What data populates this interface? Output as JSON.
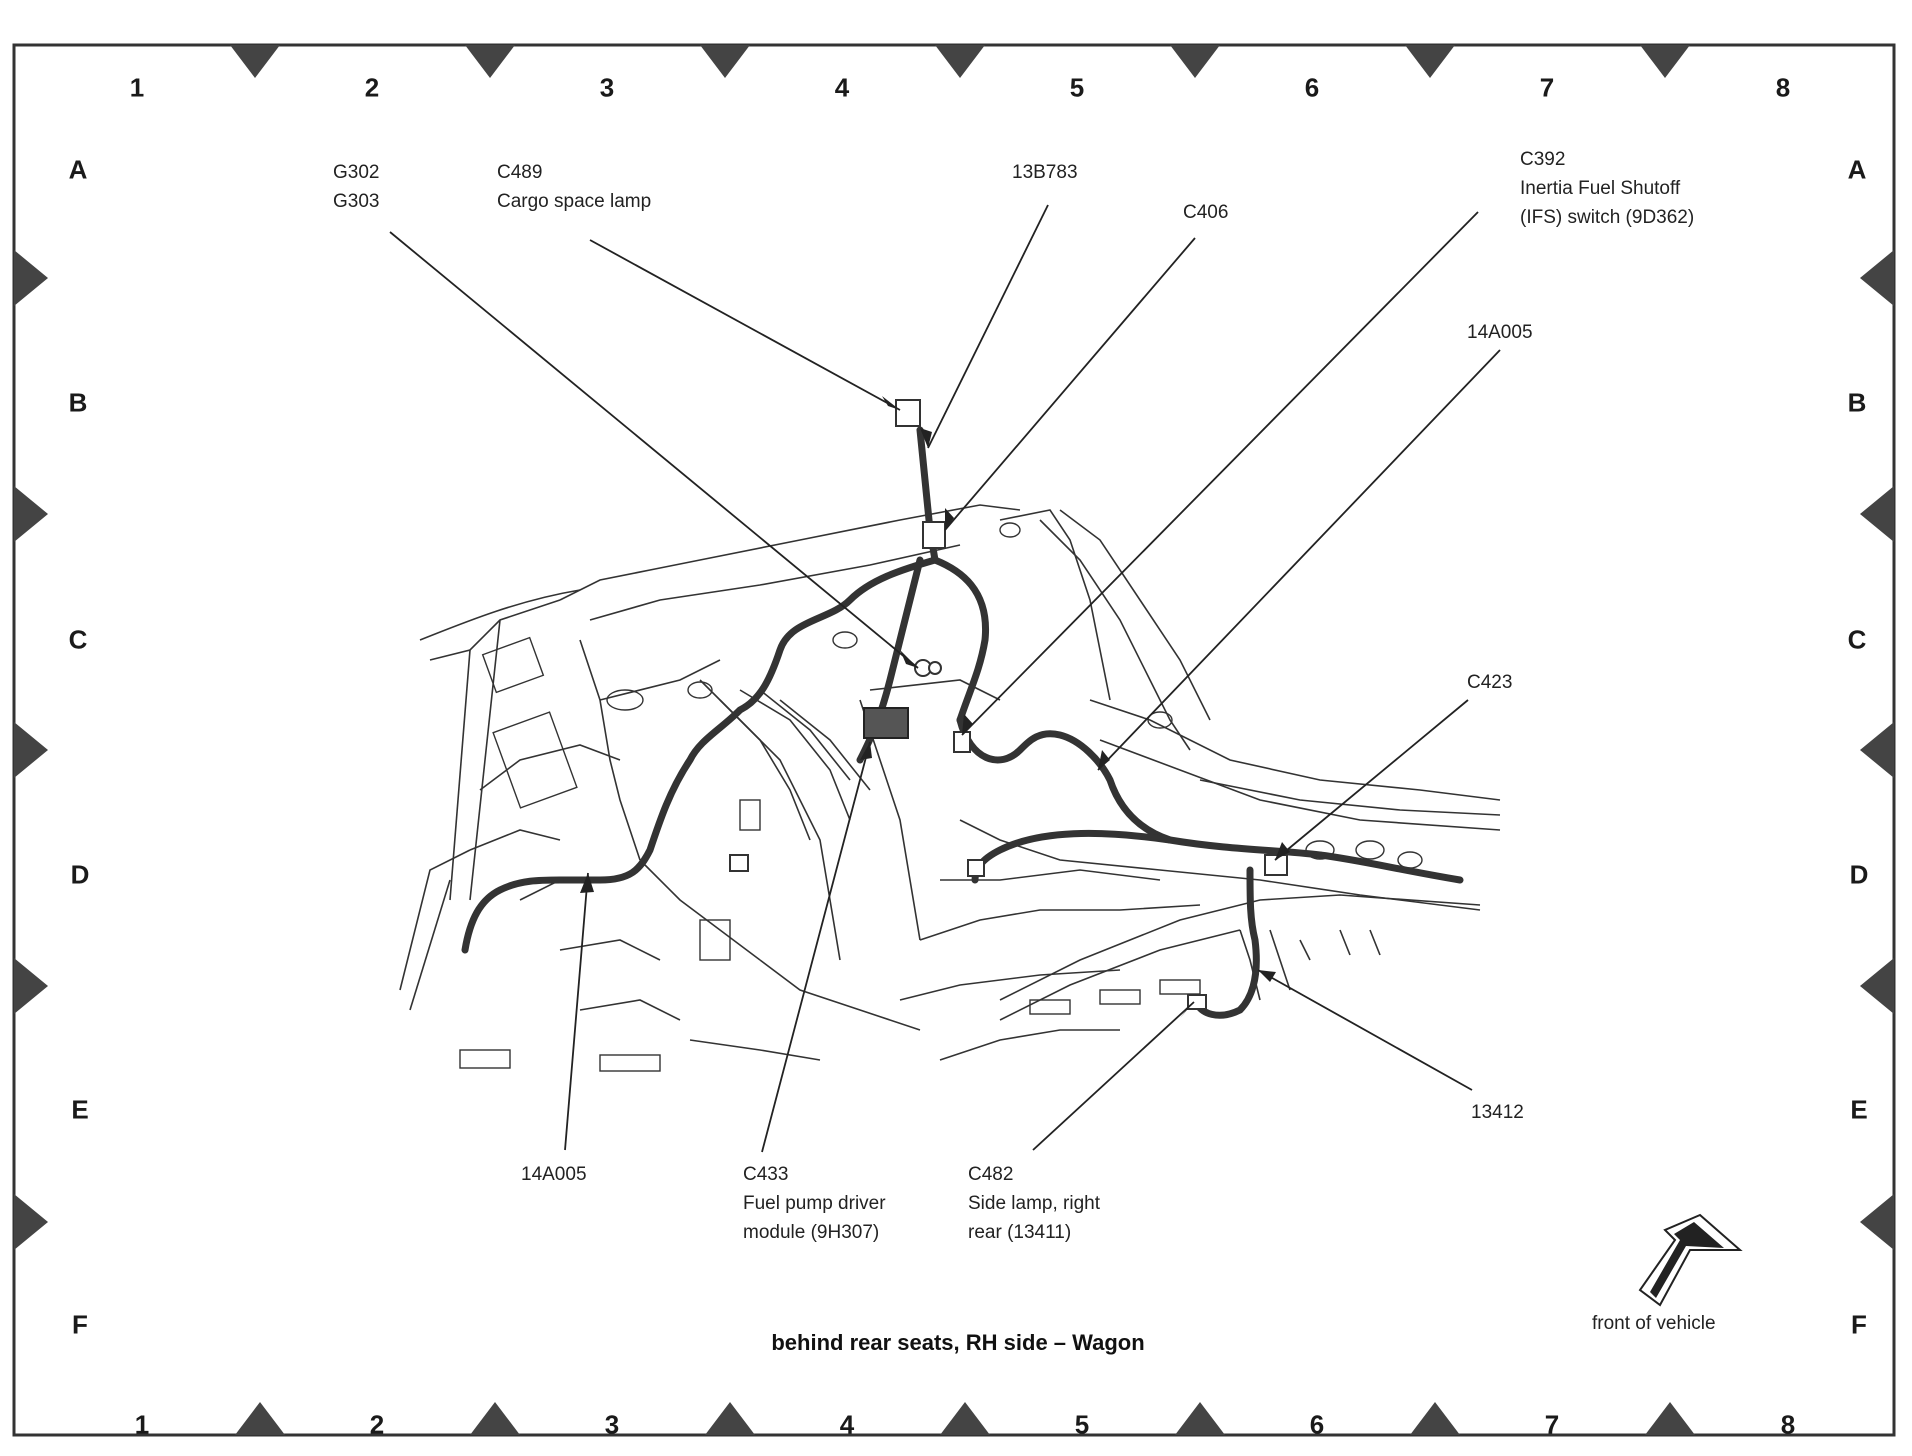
{
  "grid": {
    "columns": [
      "1",
      "2",
      "3",
      "4",
      "5",
      "6",
      "7",
      "8"
    ],
    "rows": [
      "A",
      "B",
      "C",
      "D",
      "E",
      "F"
    ]
  },
  "labels": {
    "g302": "G302",
    "g303": "G303",
    "c489": "C489",
    "c489_desc": "Cargo space lamp",
    "p13b783": "13B783",
    "c406": "C406",
    "c392": "C392",
    "c392_desc1": "Inertia Fuel Shutoff",
    "c392_desc2": "(IFS) switch (9D362)",
    "p14a005_top": "14A005",
    "c423": "C423",
    "p13412": "13412",
    "p14a005_bottom": "14A005",
    "c433": "C433",
    "c433_desc1": "Fuel pump driver",
    "c433_desc2": "module (9H307)",
    "c482": "C482",
    "c482_desc1": "Side lamp, right",
    "c482_desc2": "rear (13411)"
  },
  "caption": "behind rear seats, RH side – Wagon",
  "orientation": {
    "label": "front of vehicle",
    "icon": "arrow-down-left-icon"
  }
}
